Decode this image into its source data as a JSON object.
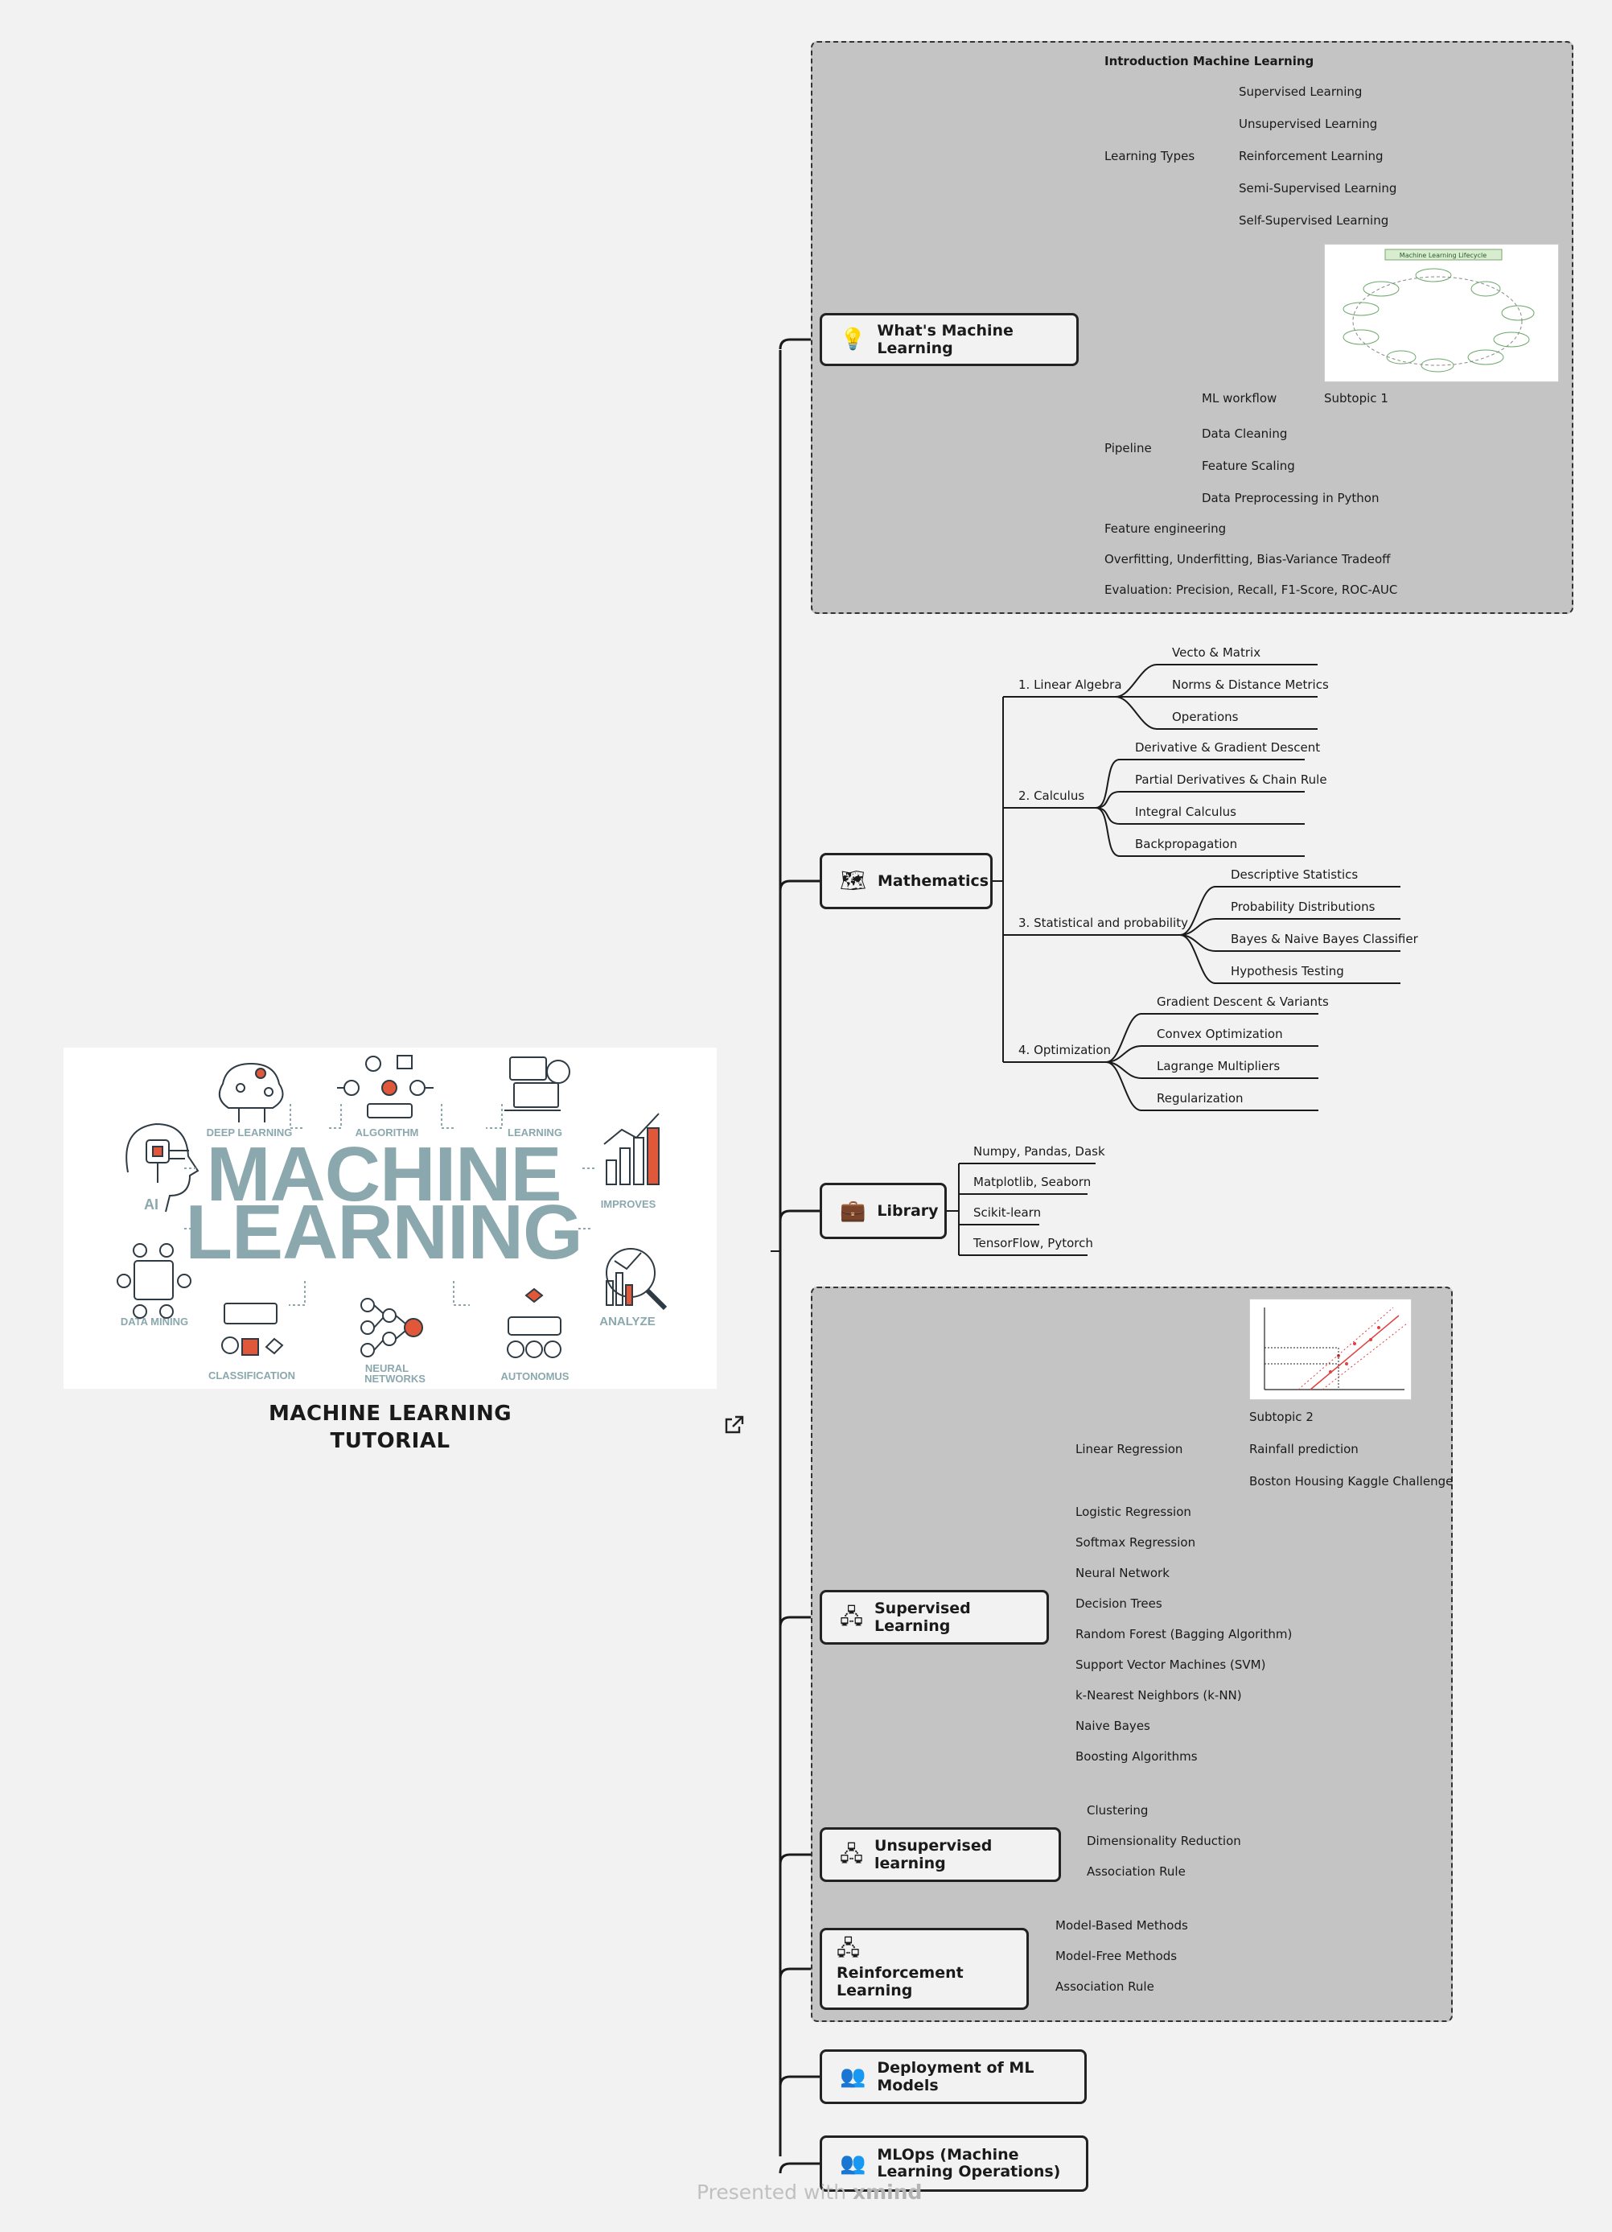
{
  "hero": {
    "headline_line1": "MACHINE",
    "headline_line2": "LEARNING",
    "labels": {
      "deep_learning": "DEEP LEARNING",
      "algorithm": "ALGORITHM",
      "learning": "LEARNING",
      "ai": "AI",
      "improves": "IMPROVES",
      "data_mining": "DATA MINING",
      "classification": "CLASSIFICATION",
      "neural_networks_1": "NEURAL",
      "neural_networks_2": "NETWORKS",
      "autonomus": "AUTONOMUS",
      "analyze": "ANALYZE"
    },
    "caption_line1": "MACHINE LEARNING",
    "caption_line2": "TUTORIAL",
    "brand_teal": "#8aa8ad",
    "accent_orange": "#e0573a"
  },
  "topics": {
    "whats_ml": "What's Machine Learning",
    "mathematics": "Mathematics",
    "library": "Library",
    "supervised": "Supervised Learning",
    "unsupervised": "Unsupervised learning",
    "reinforcement": "Reinforcement Learning",
    "deployment": "Deployment of ML Models",
    "mlops": "MLOps (Machine Learning Operations)"
  },
  "icons": {
    "whats_ml": "lightbulb-icon",
    "mathematics": "map-icon",
    "library": "briefcase-icon",
    "supervised": "org-chart-icon",
    "unsupervised": "org-chart-icon",
    "reinforcement": "org-chart-icon",
    "deployment": "team-icon",
    "mlops": "team-icon"
  },
  "whats_ml": {
    "intro": "Introduction Machine Learning",
    "learning_types": "Learning Types",
    "types": [
      "Supervised Learning",
      "Unsupervised Learning",
      "Reinforcement Learning",
      "Semi-Supervised Learning",
      "Self-Supervised Learning"
    ],
    "lifecycle_title": "Machine Learning Lifecycle",
    "pipeline": "Pipeline",
    "ml_workflow": "ML workflow",
    "subtopic1": "Subtopic 1",
    "pipeline_items": [
      "Data Cleaning",
      "Feature Scaling",
      "Data Preprocessing in Python"
    ],
    "feature_engineering": "Feature engineering",
    "overfitting": "Overfitting, Underfitting, Bias-Variance Tradeoff",
    "evaluation": "Evaluation: Precision, Recall, F1-Score, ROC-AUC"
  },
  "mathematics": {
    "linear_algebra": "1.  Linear Algebra",
    "la_items": [
      "Vecto & Matrix",
      "Norms & Distance Metrics",
      "Operations"
    ],
    "calculus": "2.  Calculus",
    "calc_items": [
      "Derivative & Gradient Descent",
      "Partial Derivatives & Chain Rule",
      "Integral Calculus",
      "Backpropagation"
    ],
    "stats": "3.  Statistical and probability",
    "stats_items": [
      "Descriptive Statistics",
      "Probability Distributions",
      "Bayes & Naive Bayes Classifier",
      "Hypothesis Testing"
    ],
    "optimization": "4. Optimization",
    "opt_items": [
      "Gradient Descent & Variants",
      "Convex Optimization",
      "Lagrange Multipliers",
      "Regularization"
    ]
  },
  "library": {
    "items": [
      "Numpy, Pandas, Dask",
      "Matplotlib, Seaborn",
      "Scikit-learn",
      "TensorFlow, Pytorch"
    ]
  },
  "supervised": {
    "linear_regression": "Linear Regression",
    "lr_items": [
      "Subtopic 2",
      "Rainfall prediction",
      "Boston Housing Kaggle Challenge"
    ],
    "items": [
      "Logistic Regression",
      "Softmax Regression",
      "Neural Network",
      "Decision Trees",
      "Random Forest (Bagging Algorithm)",
      "Support Vector Machines (SVM)",
      "k-Nearest Neighbors (k-NN)",
      "Naive Bayes",
      "Boosting Algorithms"
    ]
  },
  "unsupervised": {
    "items": [
      "Clustering",
      "Dimensionality Reduction",
      "Association Rule"
    ]
  },
  "reinforcement": {
    "items": [
      "Model-Based Methods",
      "Model-Free Methods",
      "Association Rule"
    ]
  },
  "footer": {
    "presented_with": "Presented with",
    "brand": "xmind"
  }
}
